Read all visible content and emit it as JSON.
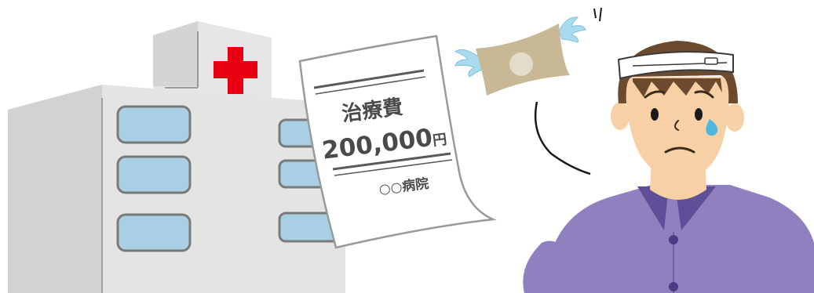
{
  "bill": {
    "title": "治療費",
    "amount": "200,000",
    "currency": "円",
    "issuer": "○○病院"
  },
  "colors": {
    "hospital_wall": "#e6e6e6",
    "hospital_shadow": "#d2d2d2",
    "window_fill": "#a8cfe3",
    "window_border": "#7a7a7a",
    "red_cross": "#e60012",
    "banknote": "#c9b896",
    "wing": "#a9dbee",
    "shirt": "#8f80bf",
    "collar": "#5e4f98",
    "skin": "#f7d0a6",
    "hair": "#6b4a2e",
    "bandage": "#ffffff",
    "tear": "#4fb6e0"
  },
  "icons": {
    "hospital": "hospital-building-icon",
    "cross": "red-cross-icon",
    "bill": "medical-bill-document",
    "money": "flying-banknote-icon",
    "person": "injured-worried-man"
  }
}
